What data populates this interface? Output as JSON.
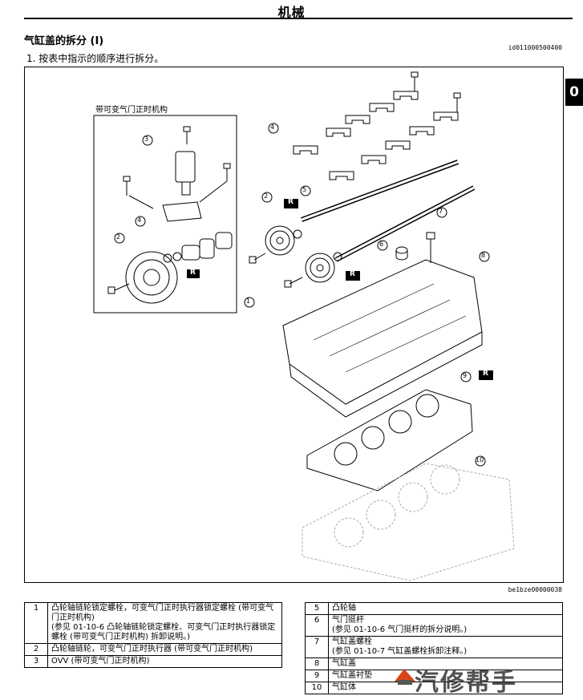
{
  "header": {
    "title": "机械"
  },
  "section": {
    "title": "气缸盖的拆分 (I)",
    "doc_id": "id011000500400"
  },
  "step": {
    "text": "1. 按表中指示的顺序进行拆分。"
  },
  "tab": {
    "label": "0"
  },
  "figure": {
    "inset_title": "带可变气门正时机构",
    "figure_id": "be1bze00000038",
    "callouts": [
      "1",
      "2",
      "3",
      "4",
      "5",
      "6",
      "7",
      "8",
      "9",
      "10"
    ],
    "replace_mark": "R"
  },
  "legend_left": [
    {
      "num": "1",
      "text": "凸轮轴链轮锁定螺栓，可变气门正时执行器锁定螺栓 (带可变气门正时机构)",
      "ref": "(参见 01-10-6 凸轮轴链轮锁定螺栓、可变气门正时执行器锁定螺栓 (带可变气门正时机构) 拆卸说明。)"
    },
    {
      "num": "2",
      "text": "凸轮轴链轮，可变气门正时执行器 (带可变气门正时机构)",
      "ref": ""
    },
    {
      "num": "3",
      "text": "OVV (带可变气门正时机构)",
      "ref": ""
    }
  ],
  "legend_right": [
    {
      "num": "5",
      "text": "凸轮轴",
      "ref": ""
    },
    {
      "num": "6",
      "text": "气门挺杆",
      "ref": "(参见 01-10-6 气门挺杆的拆分说明。)"
    },
    {
      "num": "7",
      "text": "气缸盖螺栓",
      "ref": "(参见 01-10-7 气缸盖螺栓拆卸注释。)"
    },
    {
      "num": "8",
      "text": "气缸盖",
      "ref": ""
    },
    {
      "num": "9",
      "text": "气缸盖衬垫",
      "ref": ""
    },
    {
      "num": "10",
      "text": "气缸体",
      "ref": ""
    }
  ],
  "watermark": {
    "text": "汽修帮手"
  }
}
